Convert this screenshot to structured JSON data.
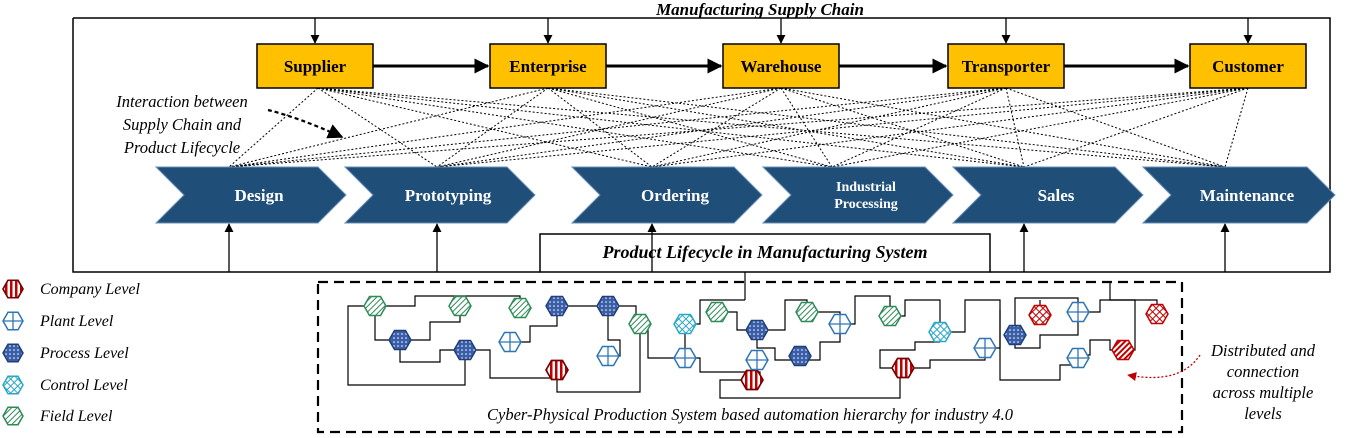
{
  "supply_chain": {
    "title": "Manufacturing Supply Chain",
    "nodes": [
      "Supplier",
      "Enterprise",
      "Warehouse",
      "Transporter",
      "Customer"
    ],
    "box_fill": "#ffc000"
  },
  "interaction_note": [
    "Interaction between",
    "Supply Chain and",
    "Product Lifecycle"
  ],
  "lifecycle": {
    "title": "Product Lifecycle in Manufacturing System",
    "phases": [
      {
        "lines": [
          "Design"
        ]
      },
      {
        "lines": [
          "Prototyping"
        ]
      },
      {
        "lines": [
          "Ordering"
        ]
      },
      {
        "lines": [
          "Industrial",
          "Processing"
        ]
      },
      {
        "lines": [
          "Sales"
        ]
      },
      {
        "lines": [
          "Maintenance"
        ]
      }
    ],
    "phase_fill": "#1f4e79"
  },
  "legend": {
    "items": [
      {
        "label": "Company Level",
        "icon": "company-level-icon"
      },
      {
        "label": "Plant Level",
        "icon": "plant-level-icon"
      },
      {
        "label": "Process Level",
        "icon": "process-level-icon"
      },
      {
        "label": "Control Level",
        "icon": "control-level-icon"
      },
      {
        "label": "Field Level",
        "icon": "field-level-icon"
      }
    ]
  },
  "cpps": {
    "caption": "Cyber-Physical Production System based automation hierarchy for industry 4.0"
  },
  "distributed_note": [
    "Distributed and",
    "connection",
    "across multiple",
    "levels"
  ]
}
